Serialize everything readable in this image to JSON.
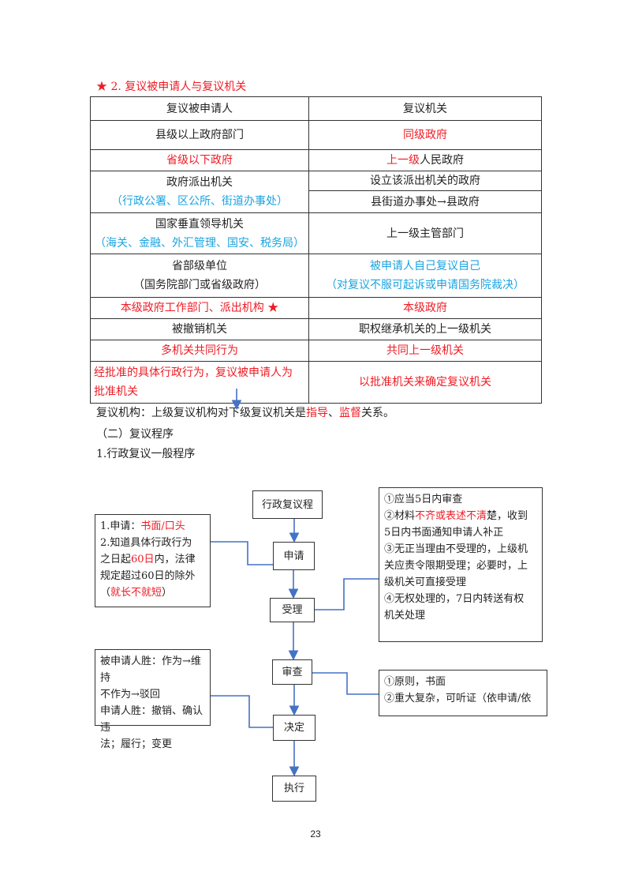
{
  "section_title": "★ 2. 复议被申请人与复议机关",
  "table": {
    "header": {
      "left": "复议被申请人",
      "right": "复议机关"
    },
    "rows": {
      "r1": {
        "left": "县级以上政府部门",
        "right": "同级政府"
      },
      "r2": {
        "left": "省级以下政府",
        "right_red": "上一级",
        "right_black": "人民政府"
      },
      "r3": {
        "left_line1": "政府派出机关",
        "left_line2": "（行政公署、区公所、街道办事处）",
        "right_a": "设立该派出机关的政府",
        "right_b": "县街道办事处→县政府"
      },
      "r4": {
        "left_line1": "国家垂直领导机关",
        "left_line2": "（海关、金融、外汇管理、国安、税务局）",
        "right": "上一级主管部门"
      },
      "r5": {
        "left_line1": "省部级单位",
        "left_line2": "（国务院部门或省级政府）",
        "right_line1": "被申请人自己复议自己",
        "right_line2": "（对复议不服可起诉或申请国务院裁决）"
      },
      "r6": {
        "left": "本级政府工作部门、派出机构 ★",
        "right": "本级政府"
      },
      "r7": {
        "left": "被撤销机关",
        "right": "职权继承机关的上一级机关"
      },
      "r8": {
        "left": "多机关共同行为",
        "right": "共同上一级机关"
      },
      "r9": {
        "left_line1": "经批准的具体行政行为，复议被申请人为",
        "left_line2": "批准机关",
        "right": "以批准机关来确定复议机关"
      }
    }
  },
  "relation": {
    "prefix": "复议机构：上级复议机构对下级复议机关是",
    "k1": "指导",
    "sep": "、",
    "k2": "监督",
    "suffix": "关系。"
  },
  "sub_heading": "（二）复议程序",
  "sub_sub_heading": "1.行政复议一般程序",
  "flow": {
    "nodes": {
      "start": "行政复议程",
      "apply": "申请",
      "accept": "受理",
      "review": "审查",
      "decide": "决定",
      "execute": "执行"
    },
    "note_apply": {
      "l1_prefix": "1.申请：",
      "l1_red": "书面/口头",
      "l2": "2.知道具体行政行为",
      "l3_prefix": "之日起",
      "l3_red": "60日",
      "l3_suffix": "内，法律",
      "l4": "规定超过60日的除外",
      "l5_prefix": "（",
      "l5_red": "就长不就短",
      "l5_suffix": "）"
    },
    "note_accept": {
      "l1": "①应当5日内审查",
      "l2_prefix": "②材料",
      "l2_red": "不齐或表述不清",
      "l2_suffix": "楚，收到",
      "l3": "5日内书面通知申请人补正",
      "l4": "③无正当理由不受理的，上级机",
      "l5": "关应责令限期受理；必要时，上",
      "l6": "级机关可直接受理",
      "l7": "④无权处理的，7日内转送有权",
      "l8": "机关处理"
    },
    "note_review": {
      "l1": "①原则，书面",
      "l2": "②重大复杂，可听证（依申请/依"
    },
    "note_decide": {
      "l1": "被申请人胜：作为→维持",
      "l2": "不作为→驳回",
      "l3": "申请人胜：撤销、确认违",
      "l4": "法；履行；变更"
    }
  },
  "page_number": "23",
  "colors": {
    "red": "#ee1c25",
    "blue": "#1aa3e0",
    "connector": "#4472c4"
  }
}
